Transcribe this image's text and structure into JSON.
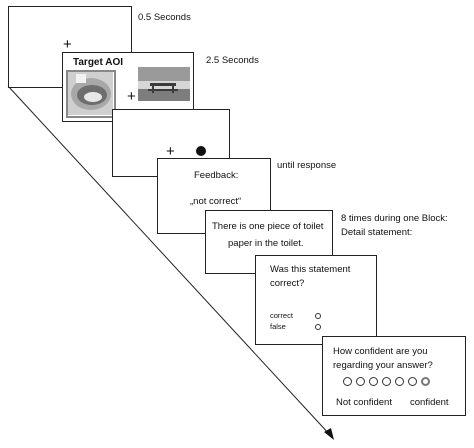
{
  "timing": {
    "t1": "0.5 Seconds",
    "t2": "2.5 Seconds",
    "t3": "until response",
    "t4_line1": "8 times during one Block:",
    "t4_line2": "Detail statement:"
  },
  "fixation": {
    "symbol": "+"
  },
  "aoi_screen": {
    "target_label": "Target AOI"
  },
  "feedback": {
    "title": "Feedback:",
    "message": "„not correct“"
  },
  "statement": {
    "line1": "There is one piece of toilet",
    "line2": "paper in the toilet."
  },
  "question": {
    "line1": "Was    this    statement",
    "line2": "correct?",
    "options": [
      "correct",
      "false"
    ]
  },
  "confidence": {
    "line1": "How    confident    are    you",
    "line2": "regarding your answer?",
    "scale_points": 7,
    "selected_index": 6,
    "low_label": "Not confident",
    "high_label": "confident"
  }
}
